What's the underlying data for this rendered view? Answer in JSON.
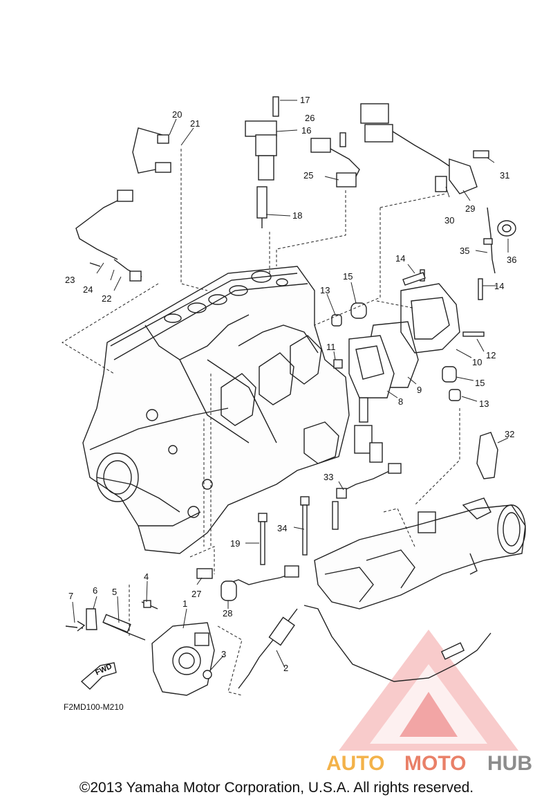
{
  "figure_code": "F2MD100-M210",
  "fwd_label": "FWD",
  "watermark": {
    "part1": "AUTO",
    "part2": "MOTO",
    "part3": "HUB"
  },
  "copyright": "©2013 Yamaha Motor Corporation, U.S.A. All rights reserved.",
  "colors": {
    "line": "#222222",
    "watermark_red": "#e85a5a",
    "watermark_orange": "#f3b24a",
    "watermark_gray": "#8c8c8c"
  },
  "callouts": {
    "c1": "1",
    "c2": "2",
    "c3": "3",
    "c4": "4",
    "c5": "5",
    "c6": "6",
    "c7": "7",
    "c8": "8",
    "c9": "9",
    "c10": "10",
    "c11": "11",
    "c12": "12",
    "c13a": "13",
    "c13b": "13",
    "c14a": "14",
    "c14b": "14",
    "c15a": "15",
    "c15b": "15",
    "c16": "16",
    "c17": "17",
    "c18": "18",
    "c19": "19",
    "c20": "20",
    "c21": "21",
    "c22": "22",
    "c23": "23",
    "c24": "24",
    "c25": "25",
    "c26": "26",
    "c27": "27",
    "c28": "28",
    "c29": "29",
    "c30": "30",
    "c31": "31",
    "c32": "32",
    "c33": "33",
    "c34": "34",
    "c35": "35",
    "c36": "36"
  }
}
